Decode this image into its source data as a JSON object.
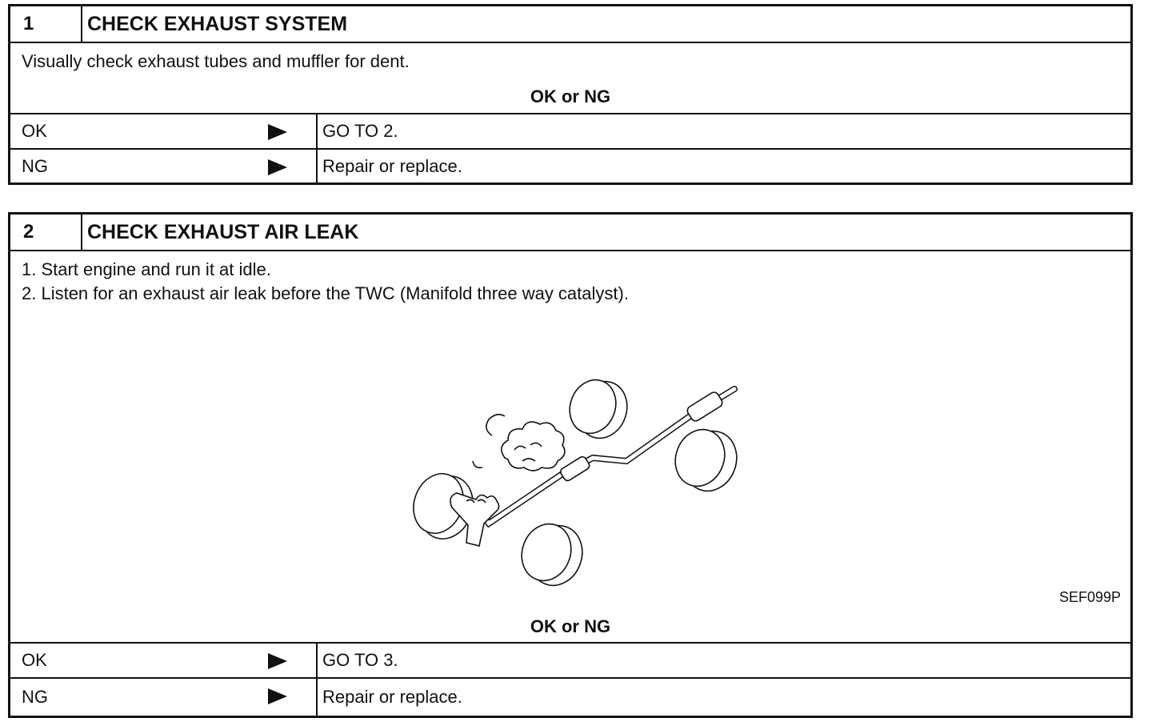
{
  "step1": {
    "number": "1",
    "title": "CHECK EXHAUST SYSTEM",
    "instruction": "Visually check exhaust tubes and muffler for dent.",
    "okng_heading": "OK or NG",
    "options": [
      {
        "label": "OK",
        "result": "GO TO 2."
      },
      {
        "label": "NG",
        "result": "Repair or replace."
      }
    ]
  },
  "step2": {
    "number": "2",
    "title": "CHECK EXHAUST AIR LEAK",
    "instructions": [
      "1.  Start engine and run it at idle.",
      "2.  Listen for an exhaust air leak before the TWC (Manifold three way catalyst)."
    ],
    "figure_code": "SEF099P",
    "okng_heading": "OK or NG",
    "options": [
      {
        "label": "OK",
        "result": "GO TO 3."
      },
      {
        "label": "NG",
        "result": "Repair or replace."
      }
    ]
  },
  "colors": {
    "ink": "#111111",
    "paper": "#ffffff"
  }
}
